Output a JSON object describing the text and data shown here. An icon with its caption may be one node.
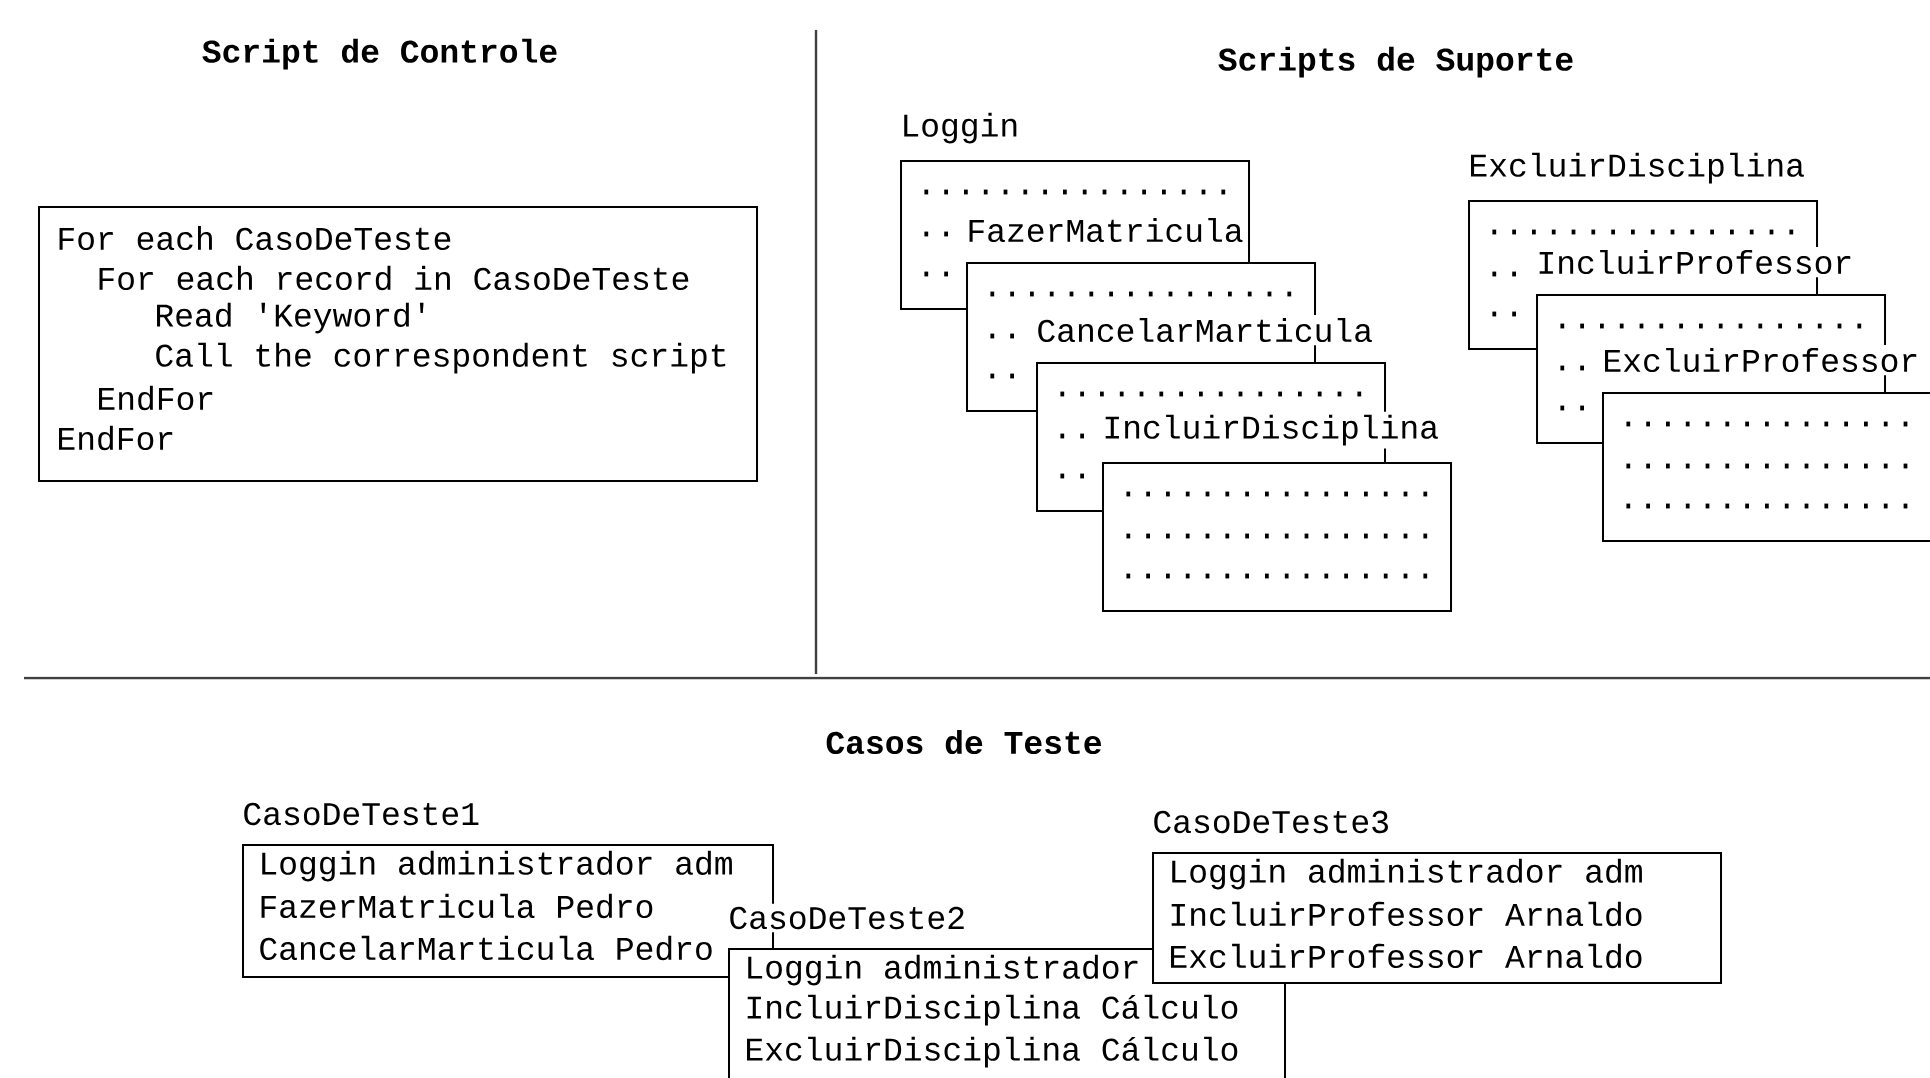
{
  "diagram": {
    "nodes": [
      {
        "text": [
          "For each CasoDeTeste",
          "For each record in CasoDeTeste",
          "Read 'Keyword'",
          "Call the correspondent script",
          "EndFor",
          "EndFor"
        ]
      },
      {
        "text": [
          "Loggin",
          "................",
          "..",
          "FazerMatricula",
          "..",
          "................",
          "..",
          "CancelarMarticula",
          "..",
          "................",
          "..",
          "IncluirDisciplina",
          "..",
          "................",
          "................",
          "................"
        ]
      },
      {
        "text": [
          "ExcluirDisciplina",
          "................",
          "..",
          "IncluirProfessor",
          "..",
          "................",
          "..",
          "ExcluirProfessor",
          "..",
          "...............",
          "...............",
          "..............."
        ]
      },
      {
        "text": [
          "CasoDeTeste1",
          "Loggin administrador adm",
          "FazerMatricula Pedro",
          "CancelarMarticula Pedro"
        ]
      },
      {
        "text": [
          "CasoDeTeste2",
          "Loggin administrador",
          "IncluirDisciplina Cálculo",
          "ExcluirDisciplina Cálculo"
        ]
      },
      {
        "text": [
          "CasoDeTeste3",
          "Loggin administrador adm",
          "IncluirProfessor Arnaldo",
          "ExcluirProfessor Arnaldo"
        ]
      }
    ],
    "labels": [
      "Script de Controle",
      "Scripts de Suporte",
      "Casos de Teste"
    ]
  }
}
